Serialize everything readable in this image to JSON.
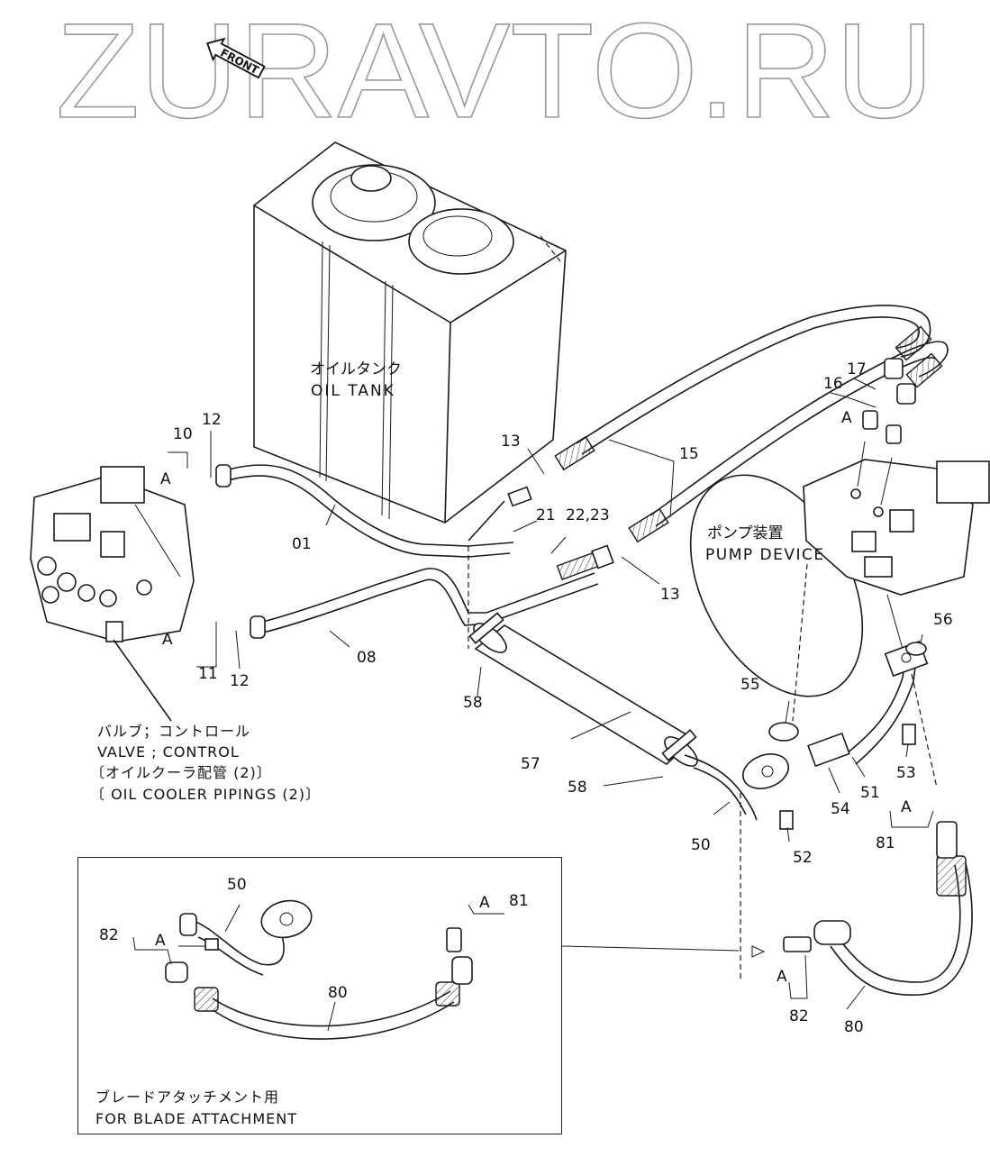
{
  "watermark": {
    "text": "ZURAVTO.RU",
    "arrow_label": "FRONT"
  },
  "tank": {
    "label_jp": "オイルタンク",
    "label_en": "OIL TANK"
  },
  "pump": {
    "label_jp": "ポンプ装置",
    "label_en": "PUMP DEVICE"
  },
  "valve": {
    "label_jp": "バルブ；コントロール",
    "label_en": "VALVE ; CONTROL",
    "title_jp": "〔オイルクーラ配管 (2)〕",
    "title_en": "〔 OIL COOLER PIPINGS (2)〕"
  },
  "inset": {
    "label_jp": "ブレードアタッチメント用",
    "label_en": "FOR BLADE ATTACHMENT"
  },
  "parts": {
    "p01": "01",
    "p08": "08",
    "p10": "10",
    "p11": "11",
    "p12a": "12",
    "p12b": "12",
    "p13a": "13",
    "p13b": "13",
    "p15": "15",
    "p16": "16",
    "p17": "17",
    "p21": "21",
    "p22_23": "22,23",
    "p50": "50",
    "p51": "51",
    "p52": "52",
    "p53": "53",
    "p54": "54",
    "p55": "55",
    "p56": "56",
    "p57": "57",
    "p58a": "58",
    "p58b": "58",
    "p80": "80",
    "p81": "81",
    "p82": "82",
    "inset_p50": "50",
    "inset_p81": "81",
    "inset_p82": "82",
    "inset_p80": "80"
  },
  "refs": {
    "a1": "A",
    "a2": "A",
    "a3": "A",
    "a4": "A",
    "a5": "A",
    "a6": "A",
    "a7": "A"
  }
}
